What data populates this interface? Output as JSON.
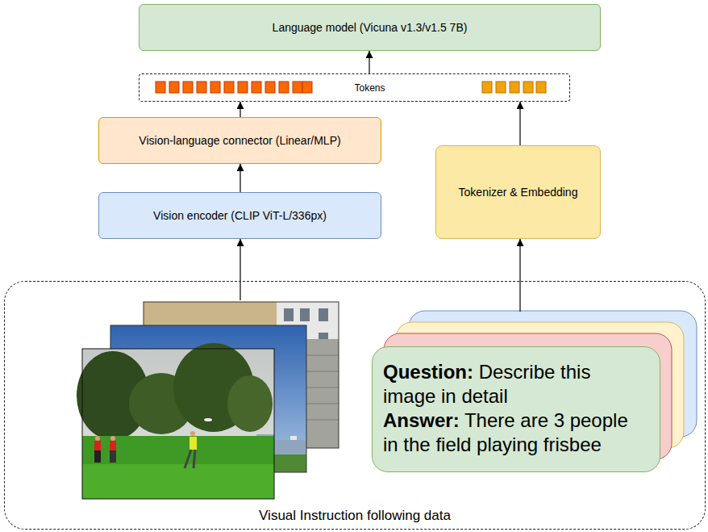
{
  "diagram": {
    "nodes": [
      {
        "text": [
          "Language model (Vicuna v1.3/v1.5 7B)"
        ]
      },
      {
        "text": [
          "Tokens"
        ]
      },
      {
        "text": [
          "Vision-language connector (Linear/MLP)"
        ]
      },
      {
        "text": [
          "Vision encoder (CLIP ViT-L/336px)"
        ]
      },
      {
        "text": [
          "Tokenizer & Embedding"
        ]
      },
      {
        "text": [
          "Visual Instruction following data"
        ]
      },
      {
        "text": [
          "Question: Describe this image in detail",
          "Answer: There are 3 people in the field playing frisbee"
        ],
        "in": 5
      }
    ],
    "edges": [
      {
        "from": 5,
        "to": 3,
        "arrow": "to"
      },
      {
        "from": 3,
        "to": 2,
        "arrow": "to"
      },
      {
        "from": 2,
        "to": 1,
        "arrow": "to"
      },
      {
        "from": 6,
        "to": 4,
        "arrow": "to"
      },
      {
        "from": 4,
        "to": 1,
        "arrow": "to"
      },
      {
        "from": 1,
        "to": 0,
        "arrow": "to"
      }
    ]
  }
}
